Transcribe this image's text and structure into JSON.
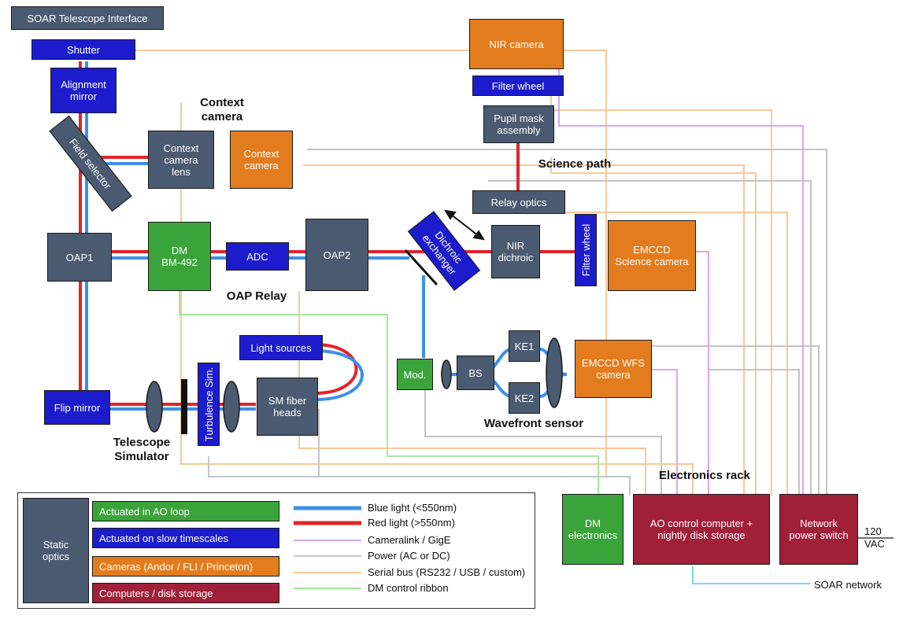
{
  "blocks": {
    "soar_interface": "SOAR Telescope Interface",
    "shutter": "Shutter",
    "alignment_mirror": "Alignment\nmirror",
    "field_selector": "Field selector",
    "context_lens": "Context\ncamera\nlens",
    "context_camera": "Context\ncamera",
    "oap1": "OAP1",
    "dm": "DM\nBM-492",
    "adc": "ADC",
    "oap2": "OAP2",
    "dichroic_exchanger": "Dichroic\nexchanger",
    "nir_dichroic": "NIR\ndichroic",
    "filter_wheel_sci": "Filter wheel",
    "emccd_science": "EMCCD\nScience camera",
    "nir_camera": "NIR camera",
    "filter_wheel_nir": "Filter wheel",
    "pupil_mask": "Pupil mask\nassembly",
    "relay_optics": "Relay optics",
    "light_sources": "Light sources",
    "sm_fiber": "SM fiber\nheads",
    "turbulence_sim": "Turbulence Sim.",
    "flip_mirror": "Flip mirror",
    "mod": "Mod.",
    "bs": "BS",
    "ke1": "KE1",
    "ke2": "KE2",
    "emccd_wfs": "EMCCD WFS\ncamera",
    "dm_electronics": "DM\nelectronics",
    "ao_computer": "AO control computer +\nnightly disk storage",
    "network_switch": "Network\npower switch"
  },
  "labels": {
    "context_camera_title": "Context\ncamera",
    "science_path": "Science path",
    "oap_relay": "OAP Relay",
    "wavefront_sensor": "Wavefront sensor",
    "telescope_simulator": "Telescope\nSimulator",
    "electronics_rack": "Electronics rack",
    "vac": "120\nVAC",
    "soar_network": "SOAR network"
  },
  "legend": {
    "static_optics": "Static\noptics",
    "actuated_ao": "Actuated in AO loop",
    "actuated_slow": "Actuated on slow timescales",
    "cameras": "Cameras (Andor / FLI / Princeton)",
    "computers": "Computers / disk storage",
    "blue_light": "Blue light (<550nm)",
    "red_light": "Red light (>550nm)",
    "cameralink": "Cameralink / GigE",
    "power": "Power (AC or DC)",
    "serial": "Serial bus (RS232 / USB / custom)",
    "dm_ribbon": "DM control ribbon"
  },
  "colors": {
    "static": "#4a5a70",
    "slow": "#1c1ccc",
    "ao": "#3aa43a",
    "camera": "#e37c1e",
    "computer": "#a02038",
    "blue_light": "#3d8fe8",
    "red_light": "#e0252a",
    "cameralink": "#d7a6f0",
    "power": "#c4c4c4",
    "serial": "#f6c99a",
    "dm_ribbon": "#a8e6a0",
    "network": "#7fd8e8"
  }
}
